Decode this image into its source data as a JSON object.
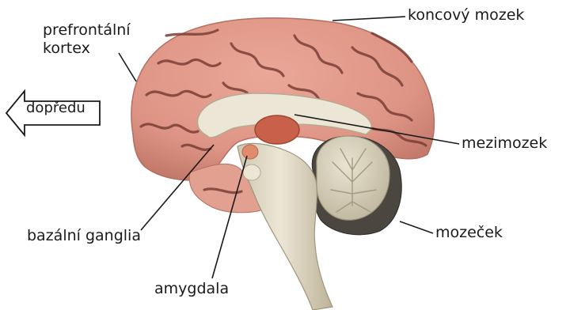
{
  "labels": {
    "prefrontal_line1": "prefrontální",
    "prefrontal_line2": "kortex",
    "telencephalon": "koncový mozek",
    "diencephalon": "mezimozek",
    "cerebellum": "mozeček",
    "basal_ganglia": "bazální ganglia",
    "amygdala": "amygdala",
    "forward_arrow": "dopředu"
  },
  "colors": {
    "cortex": "#e0998a",
    "cortex_dark": "#b86e62",
    "sulcus": "#6e3a34",
    "brainstem": "#e6e0cf",
    "brainstem_shade": "#b8ae96",
    "cerebellum": "#dcd5c0",
    "cerebellum_dark": "#4a4540",
    "thalamus": "#c9604a",
    "amygdala": "#e08a6e",
    "leader_line": "#1a1a1a"
  }
}
